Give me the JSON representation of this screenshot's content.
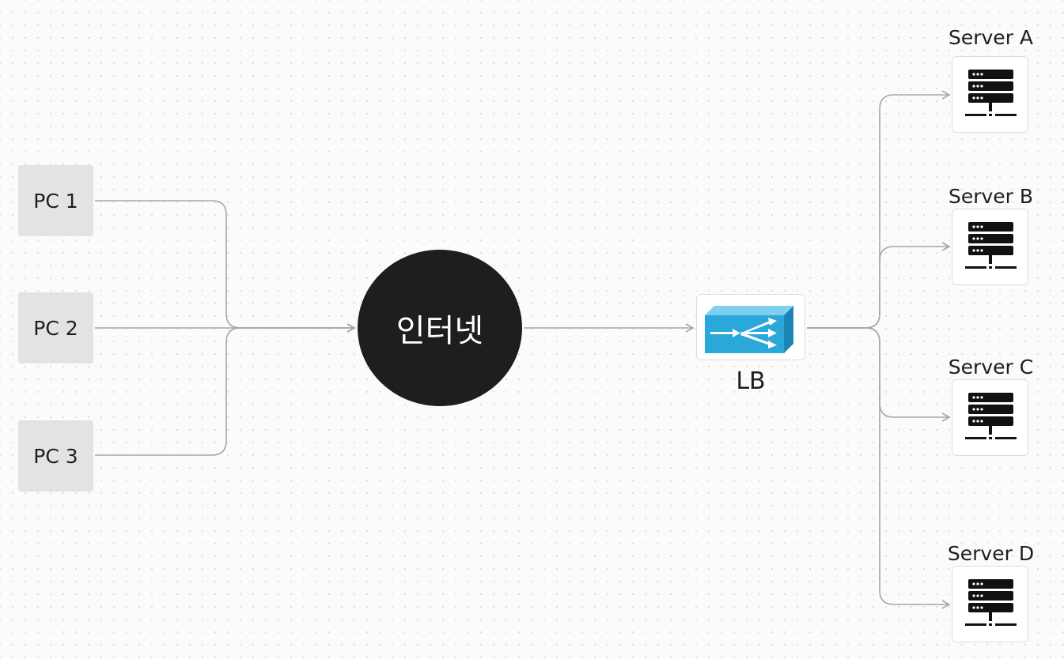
{
  "clients": [
    {
      "label": "PC 1"
    },
    {
      "label": "PC 2"
    },
    {
      "label": "PC 3"
    }
  ],
  "internet": {
    "label": "인터넷"
  },
  "load_balancer": {
    "label": "LB",
    "icon": "load-balancer-icon",
    "color": "#29a8d9"
  },
  "servers": [
    {
      "label": "Server A",
      "icon": "server-icon"
    },
    {
      "label": "Server B",
      "icon": "server-icon"
    },
    {
      "label": "Server C",
      "icon": "server-icon"
    },
    {
      "label": "Server D",
      "icon": "server-icon"
    }
  ],
  "colors": {
    "connector": "#a6a6a6",
    "node_dark": "#1e1e1e",
    "pc_fill": "#e3e3e3"
  }
}
